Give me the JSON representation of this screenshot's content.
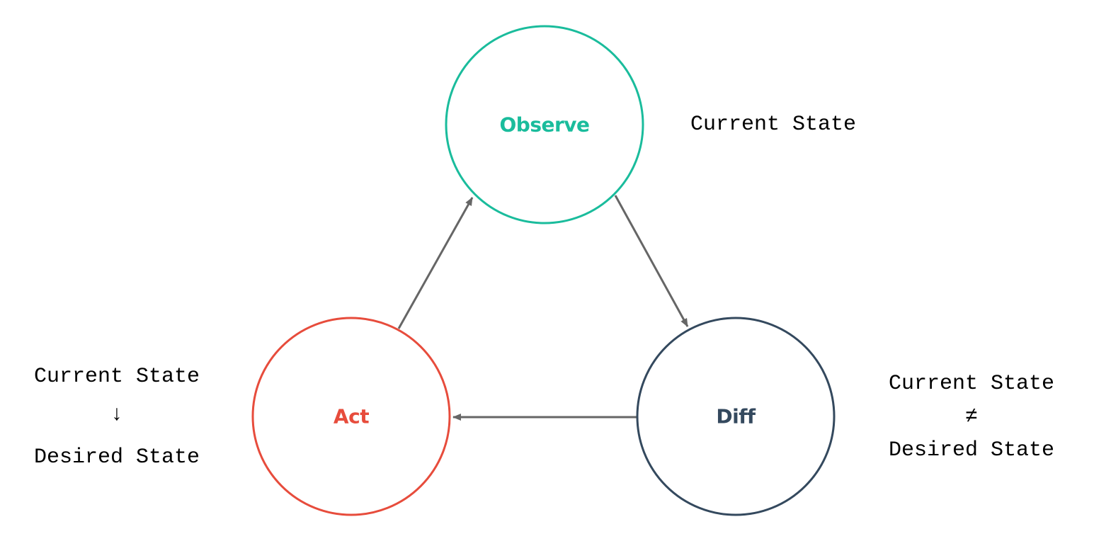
{
  "colors": {
    "observe": "#1abc9c",
    "diff": "#34495e",
    "act": "#e74c3c",
    "arrow": "#666666"
  },
  "nodes": {
    "observe": {
      "label": "Observe"
    },
    "diff": {
      "label": "Diff"
    },
    "act": {
      "label": "Act"
    }
  },
  "annotations": {
    "observe": {
      "line1": "Current State"
    },
    "diff": {
      "line1": "Current State",
      "symbol": "≠",
      "line2": "Desired State"
    },
    "act": {
      "line1": "Current State",
      "symbol": "↓",
      "line2": "Desired State"
    }
  },
  "edges": [
    {
      "from": "observe",
      "to": "diff"
    },
    {
      "from": "diff",
      "to": "act"
    },
    {
      "from": "act",
      "to": "observe"
    }
  ]
}
